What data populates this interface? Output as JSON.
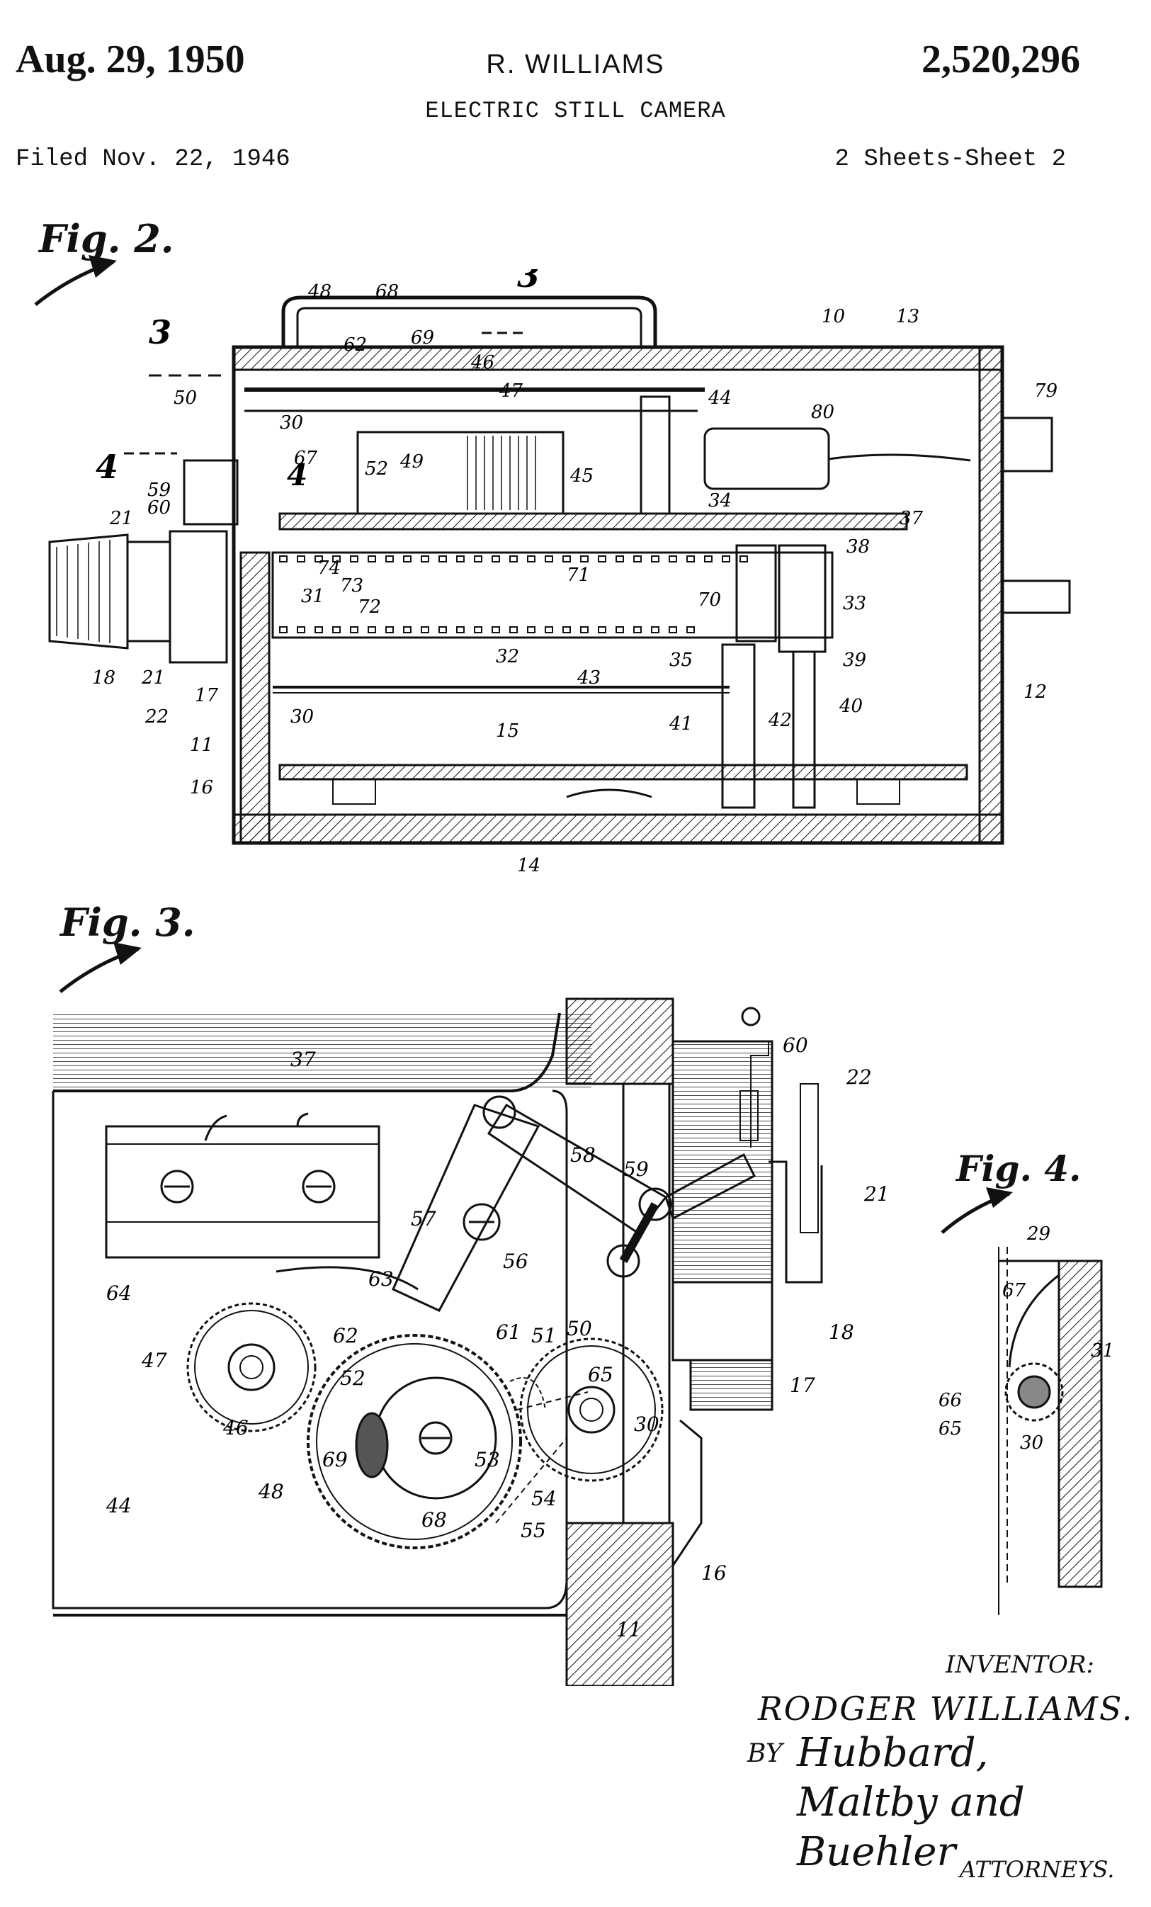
{
  "header": {
    "date": "Aug. 29, 1950",
    "inventor_header": "R. WILLIAMS",
    "patent_number": "2,520,296",
    "title": "ELECTRIC STILL CAMERA",
    "filed": "Filed Nov. 22, 1946",
    "sheets": "2 Sheets-Sheet 2"
  },
  "figures": {
    "fig2": {
      "label": "Fig. 2.",
      "section_markers": [
        "3",
        "3",
        "4",
        "4"
      ],
      "refs": [
        "10",
        "11",
        "12",
        "13",
        "14",
        "15",
        "16",
        "17",
        "18",
        "21",
        "21",
        "22",
        "30",
        "30",
        "31",
        "32",
        "33",
        "34",
        "35",
        "37",
        "38",
        "39",
        "40",
        "41",
        "42",
        "43",
        "44",
        "45",
        "46",
        "47",
        "48",
        "49",
        "50",
        "52",
        "59",
        "60",
        "62",
        "67",
        "68",
        "69",
        "70",
        "71",
        "72",
        "73",
        "74",
        "79",
        "80"
      ]
    },
    "fig3": {
      "label": "Fig. 3.",
      "refs": [
        "11",
        "16",
        "17",
        "18",
        "21",
        "22",
        "30",
        "37",
        "44",
        "46",
        "47",
        "48",
        "50",
        "51",
        "52",
        "53",
        "54",
        "55",
        "56",
        "57",
        "58",
        "59",
        "60",
        "61",
        "62",
        "63",
        "64",
        "65",
        "68",
        "69"
      ]
    },
    "fig4": {
      "label": "Fig. 4.",
      "refs": [
        "29",
        "30",
        "31",
        "65",
        "66",
        "67"
      ]
    }
  },
  "inventor_block": {
    "heading": "INVENTOR:",
    "name": "RODGER WILLIAMS.",
    "by": "BY",
    "attorneys_signature": "Hubbard, Maltby and Buehler",
    "attorneys_label": "ATTORNEYS."
  }
}
